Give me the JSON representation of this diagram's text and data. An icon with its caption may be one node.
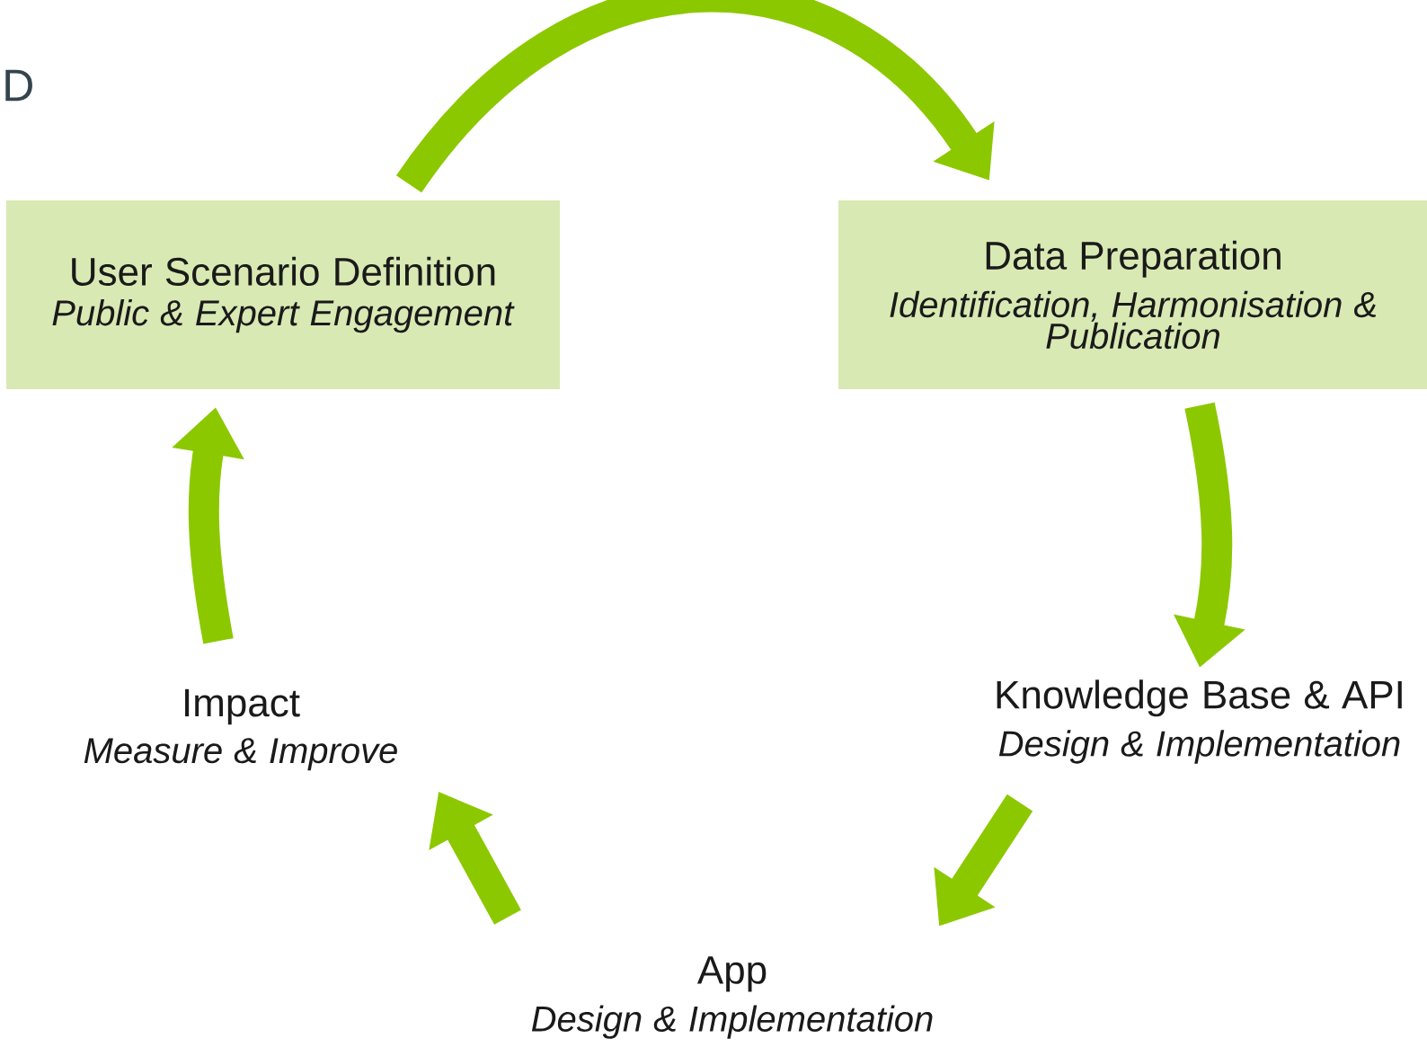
{
  "diagram": {
    "nodes": [
      {
        "text": [
          "User Scenario Definition",
          "*Public & Expert Engagement*"
        ]
      },
      {
        "text": [
          "Data Preparation",
          "*Identification, Harmonisation & Publication*"
        ]
      },
      {
        "text": [
          "Knowledge Base & API",
          "*Design & Implementation*"
        ]
      },
      {
        "text": [
          "App",
          "*Design & Implementation*"
        ]
      },
      {
        "text": [
          "Impact",
          "*Measure & Improve*"
        ]
      }
    ],
    "edges": [
      {
        "from": 0,
        "to": 1,
        "arrow": "to"
      },
      {
        "from": 1,
        "to": 2,
        "arrow": "to"
      },
      {
        "from": 2,
        "to": 3,
        "arrow": "to"
      },
      {
        "from": 3,
        "to": 4,
        "arrow": "to"
      },
      {
        "from": 4,
        "to": 0,
        "arrow": "to"
      }
    ],
    "labels": [
      "D"
    ]
  }
}
